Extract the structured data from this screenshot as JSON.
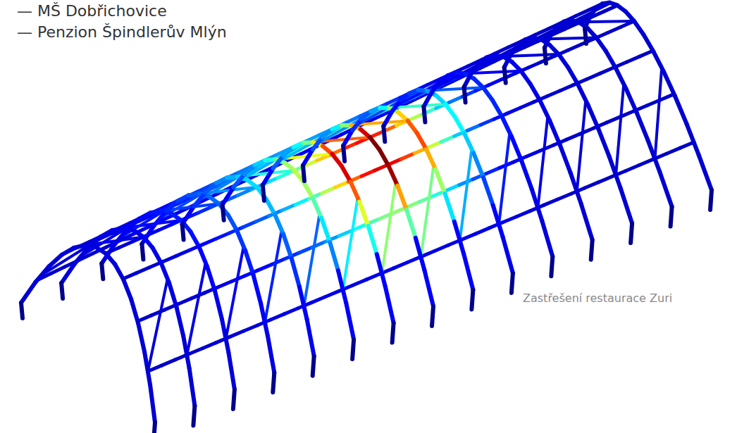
{
  "diagram": {
    "caption": "Zastřešení restaurace Zuri",
    "labels": [
      "— MŠ Dobřichovice",
      "— Penzion Špindlerův Mlýn"
    ]
  }
}
